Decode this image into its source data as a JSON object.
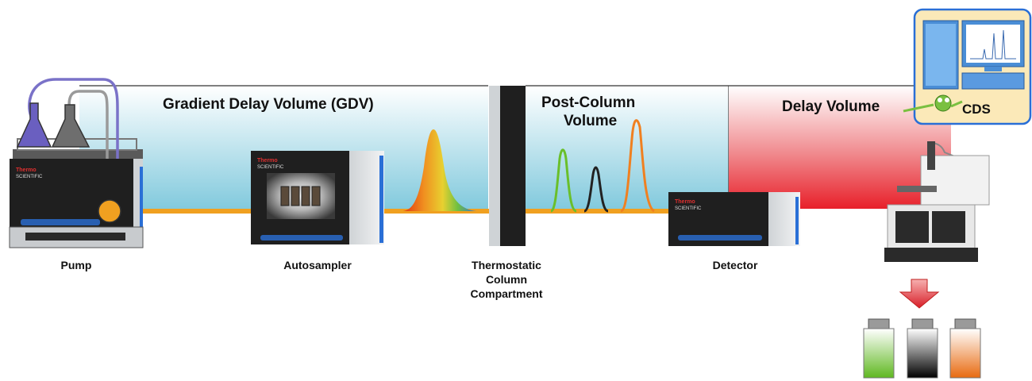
{
  "regions": {
    "gdv": "Gradient Delay Volume (GDV)",
    "post_column_line1": "Post-Column",
    "post_column_line2": "Volume",
    "delay": "Delay Volume"
  },
  "modules": {
    "pump": "Pump",
    "autosampler": "Autosampler",
    "tcc_line1": "Thermostatic",
    "tcc_line2": "Column",
    "tcc_line3": "Compartment",
    "detector": "Detector",
    "cds": "CDS"
  },
  "brand": {
    "name": "Thermo",
    "sub": "SCIENTIFIC"
  },
  "colors": {
    "tubing": "#f0a020",
    "gdv_top": "#ffffff",
    "gdv_bottom": "#7ec8dc",
    "delay_top": "#ffffff",
    "delay_bottom": "#e8202a",
    "module_dark": "#1f1f1f",
    "accent_blue": "#2a6fd6",
    "peak_green": "#6abf2a",
    "peak_black": "#222222",
    "peak_orange": "#f08020"
  },
  "fractions": [
    "green",
    "black",
    "orange"
  ]
}
